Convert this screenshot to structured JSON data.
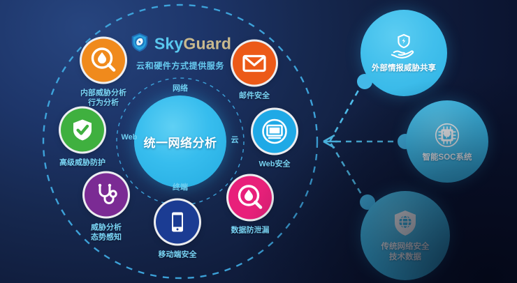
{
  "brand": {
    "logo_icon": "skyguard-shield-swirl-icon",
    "name_part1": "Sky",
    "name_part2": "Guard",
    "tagline": "云和硬件方式提供服务"
  },
  "hub": {
    "label": "统一网络分析",
    "ring_labels": [
      {
        "text": "网络",
        "position": "top"
      },
      {
        "text": "云",
        "position": "right"
      },
      {
        "text": "终端",
        "position": "bottom"
      },
      {
        "text": "Web",
        "position": "left"
      }
    ]
  },
  "capabilities": [
    {
      "id": "internal-threat",
      "icon": "magnifier-droplet-icon",
      "color": "#F08A1C",
      "line1": "内部威胁分析",
      "line2": "行为分析"
    },
    {
      "id": "email-security",
      "icon": "envelope-icon",
      "color": "#EC5A18",
      "line1": "邮件安全",
      "line2": ""
    },
    {
      "id": "advanced-threat",
      "icon": "shield-check-icon",
      "color": "#3FB03F",
      "line1": "高级威胁防护",
      "line2": ""
    },
    {
      "id": "web-security",
      "icon": "monitor-icon",
      "color": "#1FA9E6",
      "line1": "Web安全",
      "line2": ""
    },
    {
      "id": "threat-analysis",
      "icon": "stethoscope-icon",
      "color": "#7B2B94",
      "line1": "威胁分析",
      "line2": "态势感知"
    },
    {
      "id": "data-leak",
      "icon": "magnifier-droplet-icon",
      "color": "#E8207A",
      "line1": "数据防泄漏",
      "line2": ""
    },
    {
      "id": "mobile-security",
      "icon": "smartphone-icon",
      "color": "#1B3C93",
      "line1": "移动端安全",
      "line2": ""
    }
  ],
  "integrations": [
    {
      "id": "threat-intel-sharing",
      "icon": "hand-holding-shield-icon",
      "line1": "外部情报威胁共享",
      "line2": ""
    },
    {
      "id": "smart-soc",
      "icon": "cpu-chip-brain-icon",
      "line1": "智能SOC系统",
      "line2": ""
    },
    {
      "id": "traditional-netsec",
      "icon": "shield-globe-icon",
      "line1": "传统网络安全",
      "line2": "技术数据"
    }
  ],
  "theme": {
    "background_dark": "#0b1430",
    "background_light": "#27457f",
    "accent_cyan": "#45b9e8",
    "hub_blue": "#37bdee",
    "caption_blue": "#79d4f5"
  }
}
